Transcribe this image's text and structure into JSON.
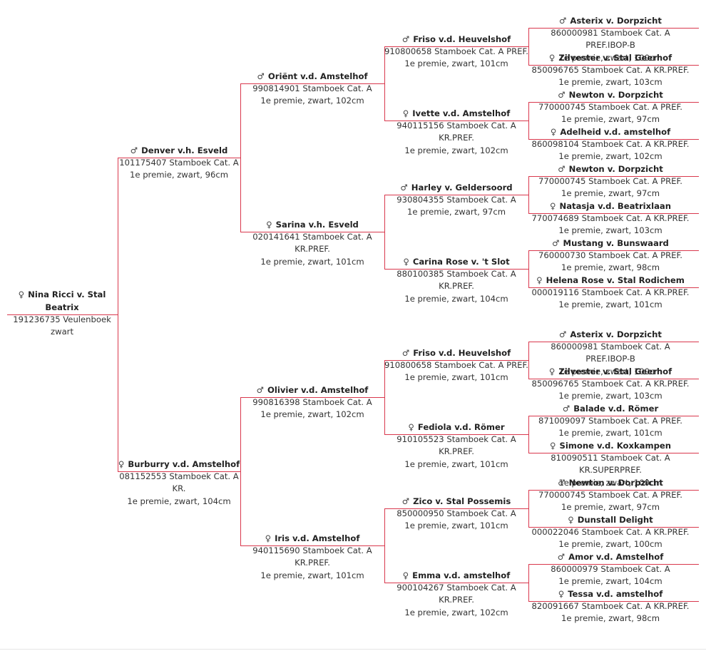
{
  "symbols": {
    "male": "♂",
    "female": "♀"
  },
  "pedigree": {
    "name": "Nina Ricci v. Stal Beatrix",
    "sex": "female",
    "lines": [
      "191236735 Veulenboek",
      "zwart"
    ],
    "sire": {
      "name": "Denver v.h. Esveld",
      "sex": "male",
      "lines": [
        "101175407 Stamboek Cat. A",
        "1e premie, zwart, 96cm"
      ],
      "sire": {
        "name": "Oriënt v.d. Amstelhof",
        "sex": "male",
        "lines": [
          "990814901 Stamboek Cat. A",
          "1e premie, zwart, 102cm"
        ],
        "sire": {
          "name": "Friso v.d. Heuvelshof",
          "sex": "male",
          "lines": [
            "910800658 Stamboek Cat. A PREF.",
            "1e premie, zwart, 101cm"
          ],
          "sire": {
            "name": "Asterix v. Dorpzicht",
            "sex": "male",
            "lines": [
              "860000981 Stamboek Cat. A PREF.IBOP-B",
              "1e premie, zwart, 100cm"
            ]
          },
          "dam": {
            "name": "Zilvester v. Stal Geerhof",
            "sex": "female",
            "lines": [
              "850096765 Stamboek Cat. A KR.PREF.",
              "1e premie, zwart, 103cm"
            ]
          }
        },
        "dam": {
          "name": "Ivette v.d. Amstelhof",
          "sex": "female",
          "lines": [
            "940115156 Stamboek Cat. A",
            "KR.PREF.",
            "1e premie, zwart, 102cm"
          ],
          "sire": {
            "name": "Newton v. Dorpzicht",
            "sex": "male",
            "lines": [
              "770000745 Stamboek Cat. A PREF.",
              "1e premie, zwart, 97cm"
            ]
          },
          "dam": {
            "name": "Adelheid v.d. amstelhof",
            "sex": "female",
            "lines": [
              "860098104 Stamboek Cat. A KR.PREF.",
              "1e premie, zwart, 102cm"
            ]
          }
        }
      },
      "dam": {
        "name": "Sarina v.h. Esveld",
        "sex": "female",
        "lines": [
          "020141641 Stamboek Cat. A",
          "KR.PREF.",
          "1e premie, zwart, 101cm"
        ],
        "sire": {
          "name": "Harley v. Geldersoord",
          "sex": "male",
          "lines": [
            "930804355 Stamboek Cat. A",
            "1e premie, zwart, 97cm"
          ],
          "sire": {
            "name": "Newton v. Dorpzicht",
            "sex": "male",
            "lines": [
              "770000745 Stamboek Cat. A PREF.",
              "1e premie, zwart, 97cm"
            ]
          },
          "dam": {
            "name": "Natasja v.d. Beatrixlaan",
            "sex": "female",
            "lines": [
              "770074689 Stamboek Cat. A KR.PREF.",
              "1e premie, zwart, 103cm"
            ]
          }
        },
        "dam": {
          "name": "Carina Rose v. 't Slot",
          "sex": "female",
          "lines": [
            "880100385 Stamboek Cat. A",
            "KR.PREF.",
            "1e premie, zwart, 104cm"
          ],
          "sire": {
            "name": "Mustang v. Bunswaard",
            "sex": "male",
            "lines": [
              "760000730 Stamboek Cat. A PREF.",
              "1e premie, zwart, 98cm"
            ]
          },
          "dam": {
            "name": "Helena Rose v. Stal Rodichem",
            "sex": "female",
            "lines": [
              "000019116 Stamboek Cat. A KR.PREF.",
              "1e premie, zwart, 101cm"
            ]
          }
        }
      }
    },
    "dam": {
      "name": "Burburry v.d. Amstelhof",
      "sex": "female",
      "lines": [
        "081152553 Stamboek Cat. A",
        "KR.",
        "1e premie, zwart, 104cm"
      ],
      "sire": {
        "name": "Olivier v.d. Amstelhof",
        "sex": "male",
        "lines": [
          "990816398 Stamboek Cat. A",
          "1e premie, zwart, 102cm"
        ],
        "sire": {
          "name": "Friso v.d. Heuvelshof",
          "sex": "male",
          "lines": [
            "910800658 Stamboek Cat. A PREF.",
            "1e premie, zwart, 101cm"
          ],
          "sire": {
            "name": "Asterix v. Dorpzicht",
            "sex": "male",
            "lines": [
              "860000981 Stamboek Cat. A PREF.IBOP-B",
              "1e premie, zwart, 100cm"
            ]
          },
          "dam": {
            "name": "Zilvester v. Stal Geerhof",
            "sex": "female",
            "lines": [
              "850096765 Stamboek Cat. A KR.PREF.",
              "1e premie, zwart, 103cm"
            ]
          }
        },
        "dam": {
          "name": "Fediola v.d. Römer",
          "sex": "female",
          "lines": [
            "910105523 Stamboek Cat. A",
            "KR.PREF.",
            "1e premie, zwart, 101cm"
          ],
          "sire": {
            "name": "Balade v.d. Römer",
            "sex": "male",
            "lines": [
              "871009097 Stamboek Cat. A PREF.",
              "1e premie, zwart, 101cm"
            ]
          },
          "dam": {
            "name": "Simone v.d. Koxkampen",
            "sex": "female",
            "lines": [
              "810090511 Stamboek Cat. A",
              "KR.SUPERPREF.",
              "1e premie, zwart, 100cm"
            ]
          }
        }
      },
      "dam": {
        "name": "Iris v.d. Amstelhof",
        "sex": "female",
        "lines": [
          "940115690 Stamboek Cat. A",
          "KR.PREF.",
          "1e premie, zwart, 101cm"
        ],
        "sire": {
          "name": "Zico v. Stal Possemis",
          "sex": "male",
          "lines": [
            "850000950 Stamboek Cat. A",
            "1e premie, zwart, 101cm"
          ],
          "sire": {
            "name": "Newton v. Dorpzicht",
            "sex": "male",
            "lines": [
              "770000745 Stamboek Cat. A PREF.",
              "1e premie, zwart, 97cm"
            ]
          },
          "dam": {
            "name": "Dunstall Delight",
            "sex": "female",
            "lines": [
              "000022046 Stamboek Cat. A KR.PREF.",
              "1e premie, zwart, 100cm"
            ]
          }
        },
        "dam": {
          "name": "Emma v.d. amstelhof",
          "sex": "female",
          "lines": [
            "900104267 Stamboek Cat. A",
            "KR.PREF.",
            "1e premie, zwart, 102cm"
          ],
          "sire": {
            "name": "Amor v.d. Amstelhof",
            "sex": "male",
            "lines": [
              "860000979 Stamboek Cat. A",
              "1e premie, zwart, 104cm"
            ]
          },
          "dam": {
            "name": "Tessa v.d. amstelhof",
            "sex": "female",
            "lines": [
              "820091667 Stamboek Cat. A KR.PREF.",
              "1e premie, zwart, 98cm"
            ]
          }
        }
      }
    }
  }
}
